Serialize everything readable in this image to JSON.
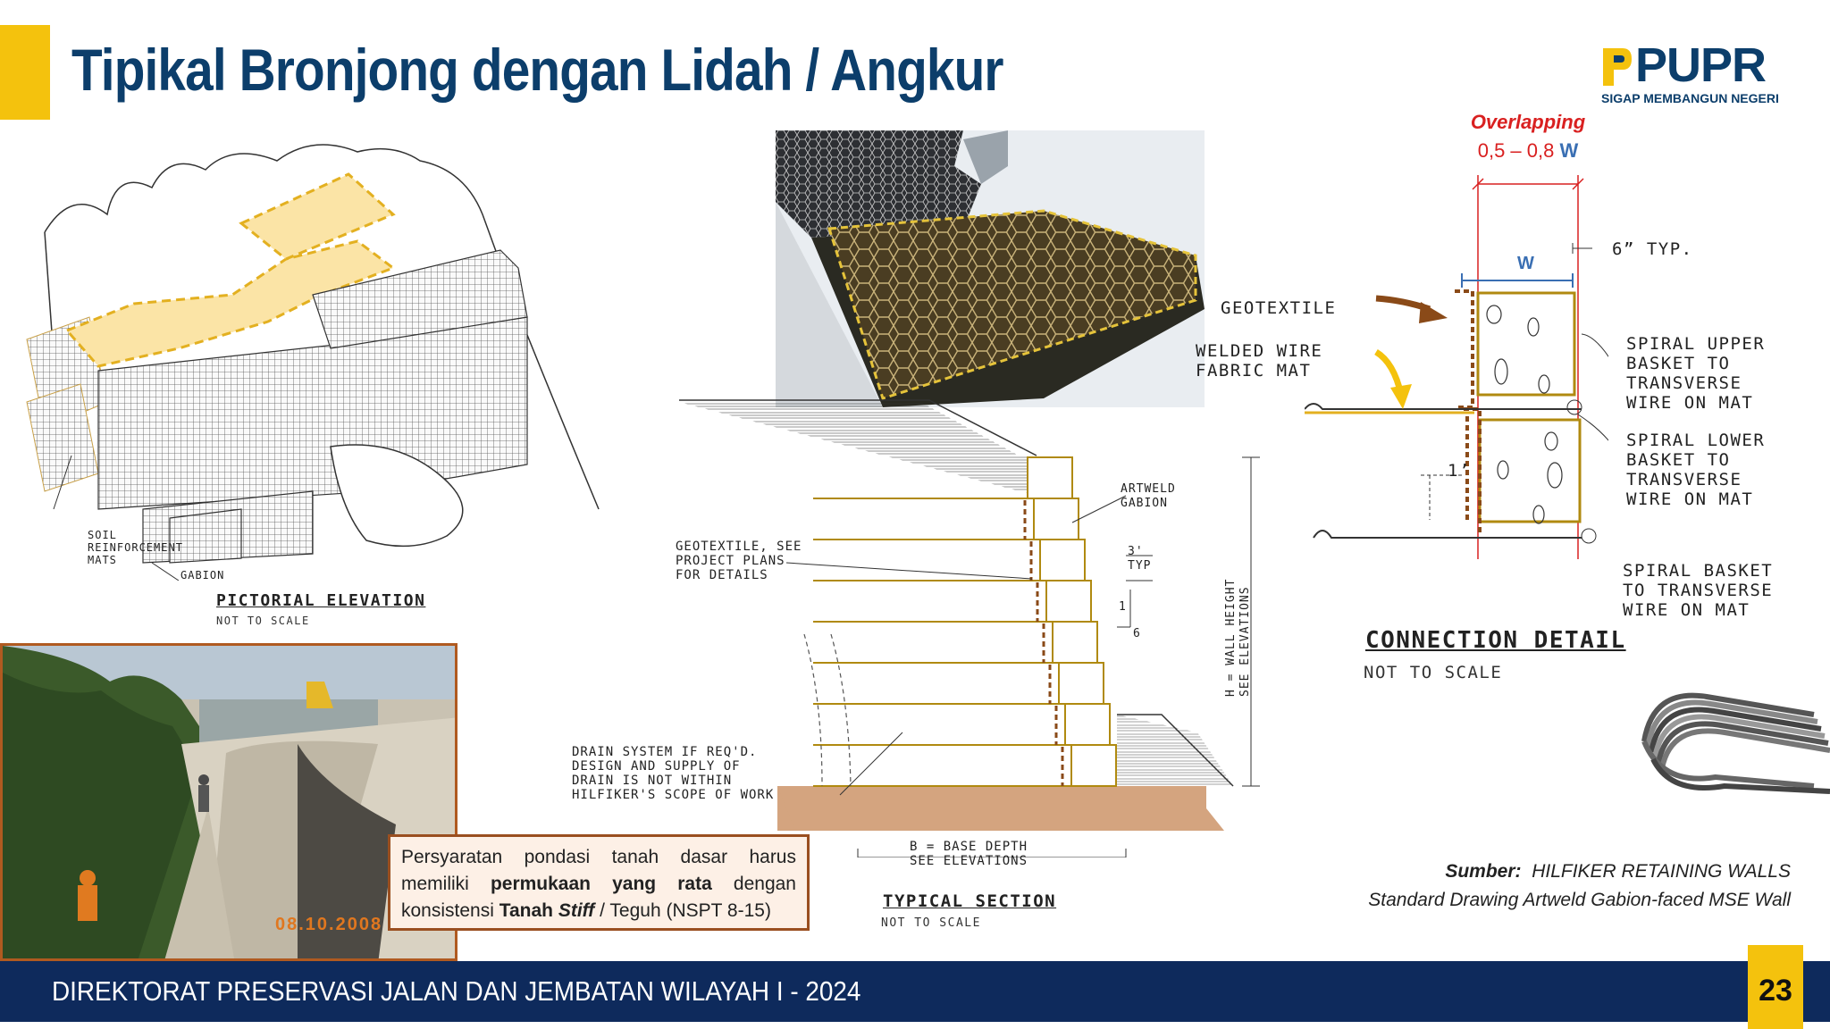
{
  "header": {
    "title": "Tipikal Bronjong dengan Lidah / Angkur",
    "logo_text": "PUPR",
    "logo_tagline": "SIGAP MEMBANGUN NEGERI"
  },
  "pictorial": {
    "label_soil": "SOIL\nREINFORCEMENT\nMATS",
    "label_gabion": "GABION",
    "title": "PICTORIAL ELEVATION",
    "subtitle": "NOT TO SCALE"
  },
  "photo": {
    "date_stamp": "08.10.2008"
  },
  "note": {
    "text_pre": "Persyaratan pondasi tanah dasar harus memiliki ",
    "bold1": "permukaan yang rata",
    "text_mid": " dengan konsistensi ",
    "bold2": "Tanah ",
    "bold_italic": "Stiff",
    "text_post": " / Teguh (NSPT 8-15)"
  },
  "section": {
    "label_artweld": "ARTWELD\nGABION",
    "label_geotextile": "GEOTEXTILE, SEE\nPROJECT PLANS\nFOR DETAILS",
    "label_3typ": "3'\nTYP",
    "label_slope_1": "1",
    "label_slope_6": "6",
    "label_height": "H = WALL HEIGHT\nSEE ELEVATIONS",
    "label_drain": "DRAIN SYSTEM IF REQ'D.\nDESIGN AND SUPPLY OF\nDRAIN IS NOT WITHIN\nHILFIKER'S SCOPE OF WORK",
    "label_base": "B = BASE DEPTH\nSEE ELEVATIONS",
    "title": "TYPICAL SECTION",
    "subtitle": "NOT TO SCALE"
  },
  "connection": {
    "overlap_title": "Overlapping",
    "overlap_range": "0,5 – 0,8 ",
    "overlap_w": "W",
    "label_w": "W",
    "label_6typ": "6” TYP.",
    "label_geotextile": "GEOTEXTILE",
    "label_welded": "WELDED WIRE\nFABRIC MAT",
    "label_1": "1’",
    "label_spiral_upper": "SPIRAL UPPER\nBASKET TO\nTRANSVERSE\nWIRE ON MAT",
    "label_spiral_lower": "SPIRAL LOWER\nBASKET TO\nTRANSVERSE\nWIRE ON MAT",
    "label_spiral_basket": "SPIRAL BASKET\nTO TRANSVERSE\nWIRE ON MAT",
    "title": "CONNECTION DETAIL",
    "subtitle": "NOT TO SCALE"
  },
  "source": {
    "label": "Sumber:",
    "line1": "HILFIKER RETAINING WALLS",
    "line2": "Standard Drawing Artweld Gabion-faced MSE Wall"
  },
  "footer": {
    "text": "DIREKTORAT PRESERVASI JALAN DAN JEMBATAN WILAYAH I - 2024",
    "page": "23"
  },
  "colors": {
    "title_blue": "#0c3e6b",
    "accent_yellow": "#f4c20d",
    "footer_navy": "#0e2a5c",
    "overlap_red": "#d92020",
    "note_border": "#9a4f20"
  }
}
